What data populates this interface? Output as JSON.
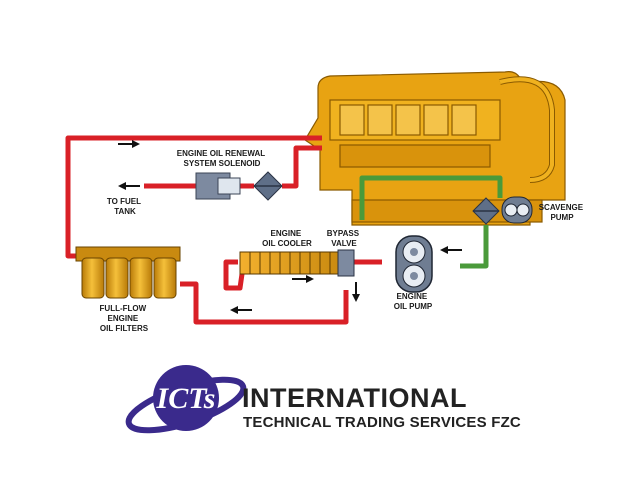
{
  "diagram": {
    "labels": {
      "solenoid": [
        "ENGINE OIL RENEWAL",
        "SYSTEM SOLENOID"
      ],
      "fuel_tank": [
        "TO FUEL",
        "TANK"
      ],
      "scavenge_pump": [
        "SCAVENGE",
        "PUMP"
      ],
      "oil_cooler": [
        "ENGINE",
        "OIL COOLER"
      ],
      "bypass_valve": [
        "BYPASS",
        "VALVE"
      ],
      "oil_pump": [
        "ENGINE",
        "OIL PUMP"
      ],
      "filters": [
        "FULL-FLOW",
        "ENGINE",
        "OIL FILTERS"
      ]
    },
    "colors": {
      "pipe_red": "#d92027",
      "pipe_green": "#4a9a3a",
      "engine_yellow": "#e8a312"
    }
  },
  "brand": {
    "logo_text": "ICTs",
    "company_name": "INTERNATIONAL",
    "company_subtitle": "TECHNICAL TRADING SERVICES FZC",
    "colors": {
      "logo_purple": "#3a2a8c"
    }
  }
}
